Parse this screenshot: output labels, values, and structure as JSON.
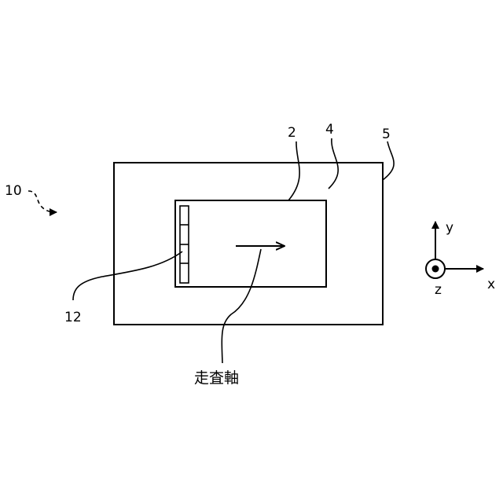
{
  "labels": {
    "device": "10",
    "inner_element": "2",
    "region": "4",
    "outer_frame": "5",
    "sensor_array": "12",
    "scan_axis": "走査軸"
  },
  "axes": {
    "x": "x",
    "y": "y",
    "z": "z"
  }
}
